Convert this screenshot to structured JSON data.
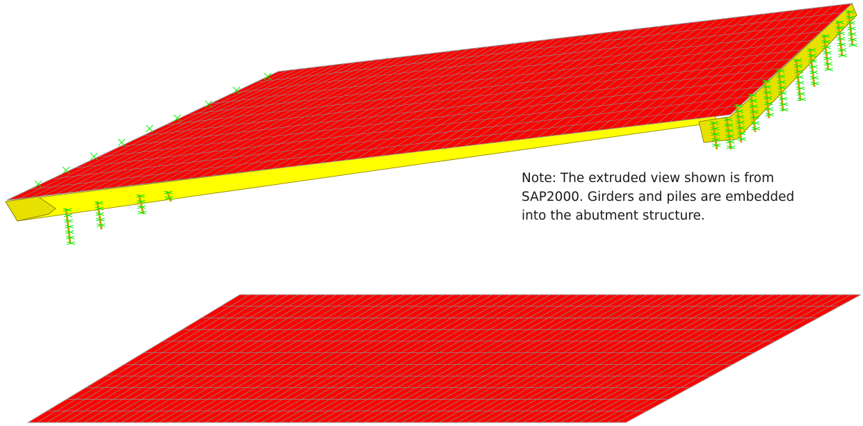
{
  "note": {
    "text": "Note: The extruded view shown is from SAP2000. Girders and piles are embedded into the abutment structure."
  },
  "colors": {
    "deck": "#ff0000",
    "deck_edge": "#ffff00",
    "deck_side": "#d4cc00",
    "mesh_lines": "#8c8c8c",
    "supports": "#00ee00",
    "piles": "#c9a400",
    "background": "#ffffff"
  },
  "views": [
    {
      "label": "extruded-3d-view",
      "mesh": "red shell elements with yellow girders, green spring supports"
    },
    {
      "label": "plan-shell-view",
      "mesh": "red shell elements, skewed parallelogram"
    }
  ]
}
